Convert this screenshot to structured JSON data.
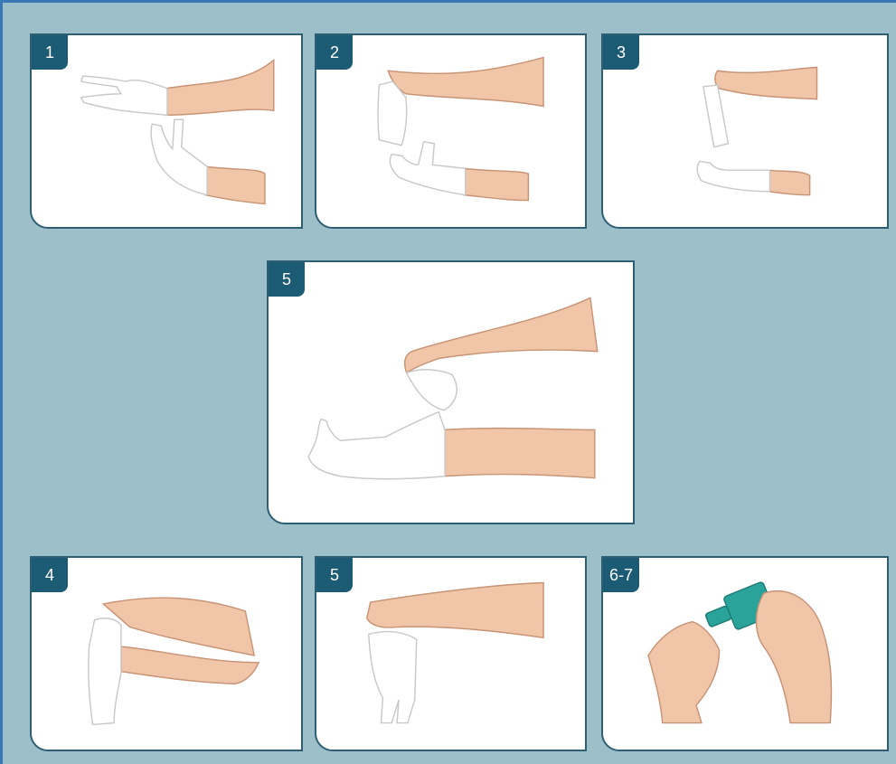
{
  "colors": {
    "background": "#9cbfca",
    "badge": "#1b5b74",
    "skin": "#f1c6a8",
    "skin_outline": "#c89478",
    "glove": "#ffffff",
    "glove_outline": "#c9c9c9",
    "bottle": "#2aa39a"
  },
  "panels": [
    {
      "step": "1"
    },
    {
      "step": "2"
    },
    {
      "step": "3"
    },
    {
      "step": "5"
    },
    {
      "step": "4"
    },
    {
      "step": "5"
    },
    {
      "step": "6-7"
    }
  ]
}
